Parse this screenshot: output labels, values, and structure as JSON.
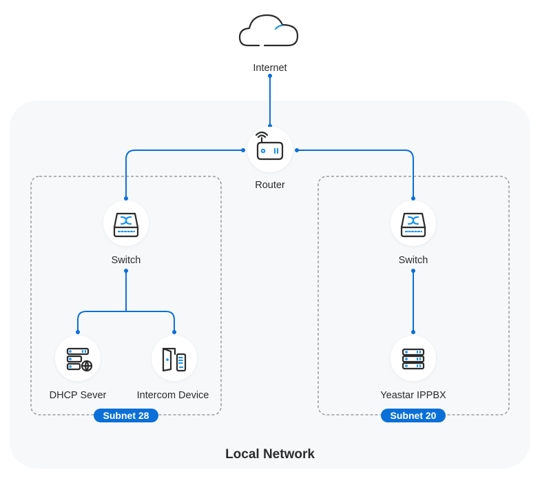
{
  "diagram": {
    "title": "Local Network",
    "nodes": {
      "internet": {
        "label": "Internet",
        "icon": "cloud-icon"
      },
      "router": {
        "label": "Router",
        "icon": "router-icon"
      },
      "switch_left": {
        "label": "Switch",
        "icon": "switch-icon"
      },
      "switch_right": {
        "label": "Switch",
        "icon": "switch-icon"
      },
      "dhcp": {
        "label": "DHCP Sever",
        "icon": "server-globe-icon"
      },
      "intercom": {
        "label": "Intercom Device",
        "icon": "intercom-icon"
      },
      "ippbx": {
        "label": "Yeastar IPPBX",
        "icon": "server-icon"
      }
    },
    "subnets": [
      {
        "label": "Subnet 28"
      },
      {
        "label": "Subnet 20"
      }
    ],
    "edges": [
      [
        "internet",
        "router"
      ],
      [
        "router",
        "switch_left"
      ],
      [
        "router",
        "switch_right"
      ],
      [
        "switch_left",
        "dhcp"
      ],
      [
        "switch_left",
        "intercom"
      ],
      [
        "switch_right",
        "ippbx"
      ]
    ],
    "colors": {
      "link": "#0b6fd8",
      "accent": "#1e94ea",
      "badge": "#0b6fd8",
      "background_panel": "#f6f8fa",
      "subnet_border": "#9a9a9a"
    }
  }
}
